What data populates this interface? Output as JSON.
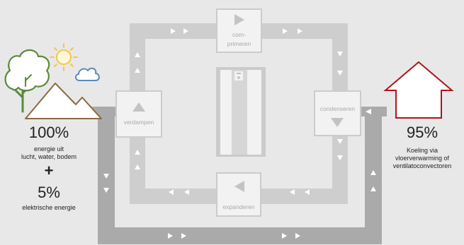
{
  "cycle": {
    "compress": {
      "label_1": "com-",
      "label_2": "primeren"
    },
    "condense": {
      "label": "condenseren"
    },
    "expand": {
      "label": "expanderen"
    },
    "evaporate": {
      "label": "verdampen"
    }
  },
  "input": {
    "energy_percent": "100%",
    "energy_line_1": "energie uit",
    "energy_line_2": "lucht, water, bodem",
    "plus": "+",
    "electric_percent": "5%",
    "electric_label": "elektrische energie"
  },
  "output": {
    "percent": "95%",
    "line_1": "Koeling via",
    "line_2": "vloerverwarming of",
    "line_3": "ventilatoconvectoren"
  },
  "colors": {
    "background": "#e8e8e8",
    "pipe_dark": "#aaaaaa",
    "pipe_light": "#cecece",
    "box_bg": "#f2f2f2",
    "house_red": "#b0141b",
    "tree_green": "#5a8a3c",
    "mountain_brown": "#8b6a43",
    "sun_yellow": "#f3c74a",
    "cloud_blue": "#5b89b8"
  },
  "icons": {
    "tree": "tree-icon",
    "sun": "sun-icon",
    "cloud": "cloud-icon",
    "mountains": "mountains-icon",
    "house": "house-outline-icon",
    "heat_pump": "heat-pump-unit-icon"
  }
}
